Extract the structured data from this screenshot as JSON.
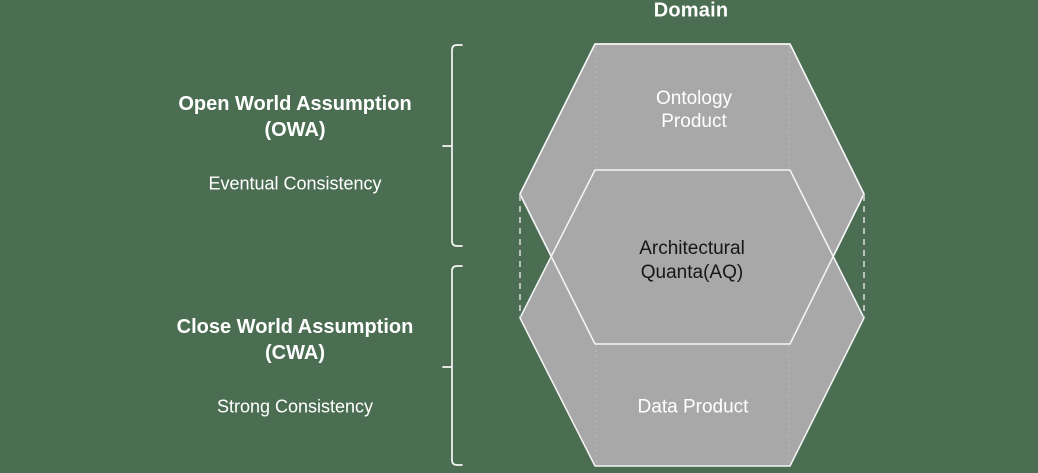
{
  "canvas": {
    "colors": {
      "bg": "#4b6e53",
      "hex-fill": "#a8a8a8",
      "hex-stroke": "#f5f5f5",
      "dash": "#c9c9c9",
      "dot": "#bababa",
      "bracket": "#f7f7f7",
      "text-light": "#ffffff",
      "text-dark": "#161616"
    }
  },
  "title": "Domain",
  "hexagons": {
    "top": {
      "line1": "Ontology",
      "line2": "Product"
    },
    "middle": {
      "line1": "Architectural",
      "line2": "Quanta(AQ)"
    },
    "bottom": {
      "label": "Data Product"
    }
  },
  "annotations": {
    "owa": {
      "heading_line1": "Open World Assumption",
      "heading_line2": "(OWA)",
      "subtext": "Eventual Consistency"
    },
    "cwa": {
      "heading_line1": "Close World Assumption",
      "heading_line2": "(CWA)",
      "subtext": "Strong Consistency"
    }
  }
}
